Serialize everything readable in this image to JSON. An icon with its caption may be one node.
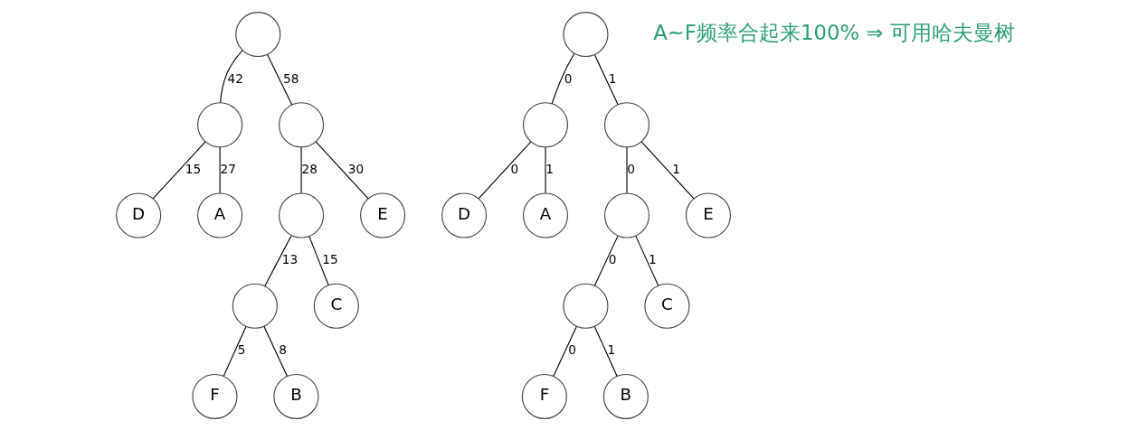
{
  "diagram": {
    "nodes": [
      {
        "text": [],
        "shape": "circle"
      },
      {
        "text": [],
        "shape": "circle"
      },
      {
        "text": [],
        "shape": "circle"
      },
      {
        "text": [
          "D"
        ]
      },
      {
        "text": [
          "A"
        ]
      },
      {
        "text": [],
        "shape": "circle"
      },
      {
        "text": [
          "E"
        ]
      },
      {
        "text": [],
        "shape": "circle"
      },
      {
        "text": [
          "C"
        ]
      },
      {
        "text": [
          "F"
        ]
      },
      {
        "text": [
          "B"
        ]
      },
      {
        "text": [],
        "shape": "circle"
      },
      {
        "text": [],
        "shape": "circle"
      },
      {
        "text": [],
        "shape": "circle"
      },
      {
        "text": [
          "D"
        ]
      },
      {
        "text": [
          "A"
        ]
      },
      {
        "text": [],
        "shape": "circle"
      },
      {
        "text": [
          "E"
        ]
      },
      {
        "text": [],
        "shape": "circle"
      },
      {
        "text": [
          "C"
        ]
      },
      {
        "text": [
          "F"
        ]
      },
      {
        "text": [
          "B"
        ]
      }
    ],
    "edges": [
      {
        "from": 0,
        "to": 1,
        "arrow": "none",
        "label": "42"
      },
      {
        "from": 0,
        "to": 2,
        "arrow": "none",
        "label": "58"
      },
      {
        "from": 1,
        "to": 3,
        "arrow": "none",
        "label": "15"
      },
      {
        "from": 1,
        "to": 4,
        "arrow": "none",
        "label": "27"
      },
      {
        "from": 2,
        "to": 5,
        "arrow": "none",
        "label": "28"
      },
      {
        "from": 2,
        "to": 6,
        "arrow": "none",
        "label": "30"
      },
      {
        "from": 5,
        "to": 7,
        "arrow": "none",
        "label": "13"
      },
      {
        "from": 5,
        "to": 8,
        "arrow": "none",
        "label": "15"
      },
      {
        "from": 7,
        "to": 9,
        "arrow": "none",
        "label": "5"
      },
      {
        "from": 7,
        "to": 10,
        "arrow": "none",
        "label": "8"
      },
      {
        "from": 11,
        "to": 12,
        "arrow": "none",
        "label": "0"
      },
      {
        "from": 11,
        "to": 13,
        "arrow": "none",
        "label": "1"
      },
      {
        "from": 12,
        "to": 14,
        "arrow": "none",
        "label": "0"
      },
      {
        "from": 12,
        "to": 15,
        "arrow": "none",
        "label": "1"
      },
      {
        "from": 13,
        "to": 16,
        "arrow": "none",
        "label": "0"
      },
      {
        "from": 13,
        "to": 17,
        "arrow": "none",
        "label": "1"
      },
      {
        "from": 16,
        "to": 18,
        "arrow": "none",
        "label": "0"
      },
      {
        "from": 16,
        "to": 19,
        "arrow": "none",
        "label": "1"
      },
      {
        "from": 18,
        "to": 20,
        "arrow": "none",
        "label": "0"
      },
      {
        "from": 18,
        "to": 21,
        "arrow": "none",
        "label": "1"
      }
    ],
    "labels": [
      "A~F频率合起来100% ⇒ 可用哈夫曼树"
    ]
  }
}
